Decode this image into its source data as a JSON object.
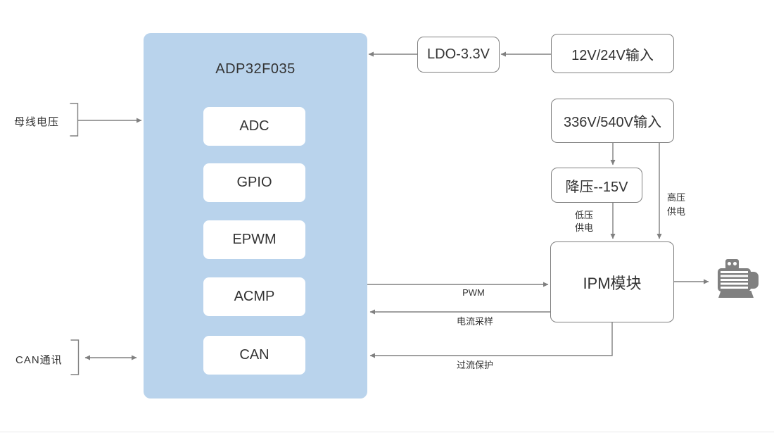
{
  "diagram": {
    "chip": {
      "title": "ADP32F035",
      "modules": [
        {
          "label": "ADC"
        },
        {
          "label": "GPIO"
        },
        {
          "label": "EPWM"
        },
        {
          "label": "ACMP"
        },
        {
          "label": "CAN"
        }
      ]
    },
    "boxes": {
      "ldo": {
        "label": "LDO-3.3V"
      },
      "input_low": {
        "label": "12V/24V输入"
      },
      "input_high": {
        "label": "336V/540V输入"
      },
      "buck": {
        "label": "降压--15V"
      },
      "ipm": {
        "label": "IPM模块"
      }
    },
    "side_labels": {
      "bus_voltage": "母线电压",
      "can_comm": "CAN通讯"
    },
    "flow_labels": {
      "pwm": "PWM",
      "current_sampling": "电流采样",
      "overcurrent_protection": "过流保护",
      "high_voltage_supply": [
        "高压",
        "供电"
      ],
      "low_voltage_supply": [
        "低压",
        "供电"
      ]
    },
    "icons": {
      "motor": "motor-icon"
    },
    "colors": {
      "chip_fill": "#b9d3ec",
      "module_fill": "#ffffff",
      "box_border": "#808080",
      "connector": "#808080",
      "text": "#333333",
      "motor": "#808080"
    }
  }
}
